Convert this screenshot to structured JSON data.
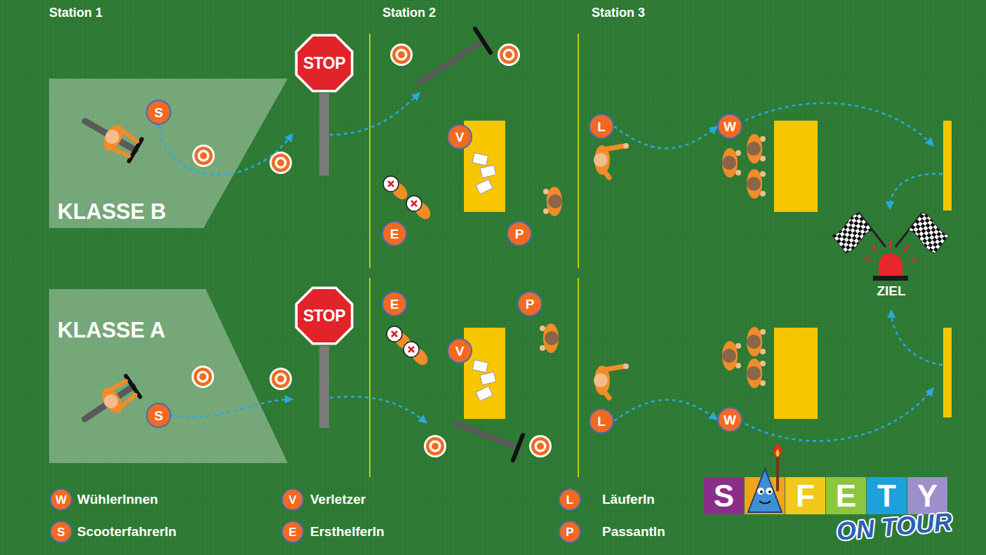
{
  "diagram": {
    "nodes": [
      {
        "text": [
          "KLASSE B"
        ]
      },
      {
        "text": [
          "S"
        ],
        "in": 0
      },
      {
        "text": [
          "STOP"
        ]
      },
      {
        "text": [
          "V"
        ]
      },
      {
        "text": [
          "E"
        ]
      },
      {
        "text": [
          "P"
        ]
      },
      {
        "text": [
          "L"
        ]
      },
      {
        "text": [
          "W"
        ]
      },
      {
        "text": [
          "KLASSE A"
        ]
      },
      {
        "text": [
          "S"
        ],
        "in": 8
      },
      {
        "text": [
          "STOP"
        ]
      },
      {
        "text": [
          "E"
        ]
      },
      {
        "text": [
          "P"
        ]
      },
      {
        "text": [
          "V"
        ]
      },
      {
        "text": [
          "L"
        ]
      },
      {
        "text": [
          "W"
        ]
      }
    ],
    "edges": [
      {
        "from": 1,
        "to": 2,
        "arrow": "to"
      },
      {
        "from": 6,
        "to": 7,
        "arrow": "to"
      },
      {
        "from": 9,
        "to": 10,
        "arrow": "to"
      },
      {
        "from": 14,
        "to": 15,
        "arrow": "to"
      }
    ],
    "labels": [
      "Station 1",
      "Station 2",
      "Station 3",
      "ZIEL",
      "W",
      "S",
      "V",
      "E",
      "L",
      "P",
      "S",
      "F",
      "E",
      "T",
      "Y",
      "ON TOUR"
    ],
    "legend": [
      {
        "text": "WühlerInnen",
        "color": "#f26a22"
      },
      {
        "text": "ScooterfahrerIn",
        "color": "#f26a22"
      },
      {
        "text": "Verletzer",
        "color": "#f26a22"
      },
      {
        "text": "ErsthelferIn",
        "color": "#f26a22"
      },
      {
        "text": "LäuferIn",
        "color": "#f26a22"
      },
      {
        "text": "PassantIn",
        "color": "#f26a22"
      }
    ]
  }
}
